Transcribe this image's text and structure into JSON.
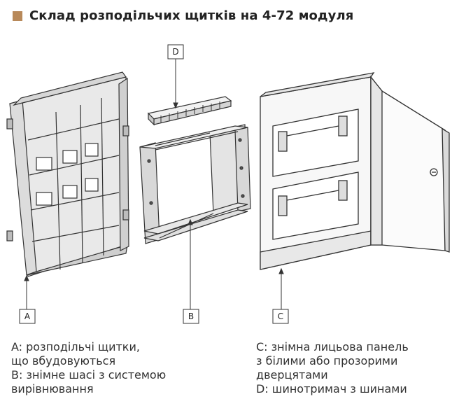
{
  "header": {
    "title": "Склад розподільчих щитків на 4-72 модуля",
    "accent_color": "#b8895a"
  },
  "labels": {
    "a": "A",
    "b": "B",
    "c": "C",
    "d": "D"
  },
  "caption_left": {
    "line1": "A: розподільчі щитки,",
    "line2": "що вбудовуються",
    "line3": "B: знімне шасі з системою",
    "line4": "вирівнювання"
  },
  "caption_right": {
    "line1": "C: знімна лицьова панель",
    "line2": "з білими або прозорими",
    "line3": "дверцятами",
    "line4": "D: шинотримач з шинами"
  }
}
